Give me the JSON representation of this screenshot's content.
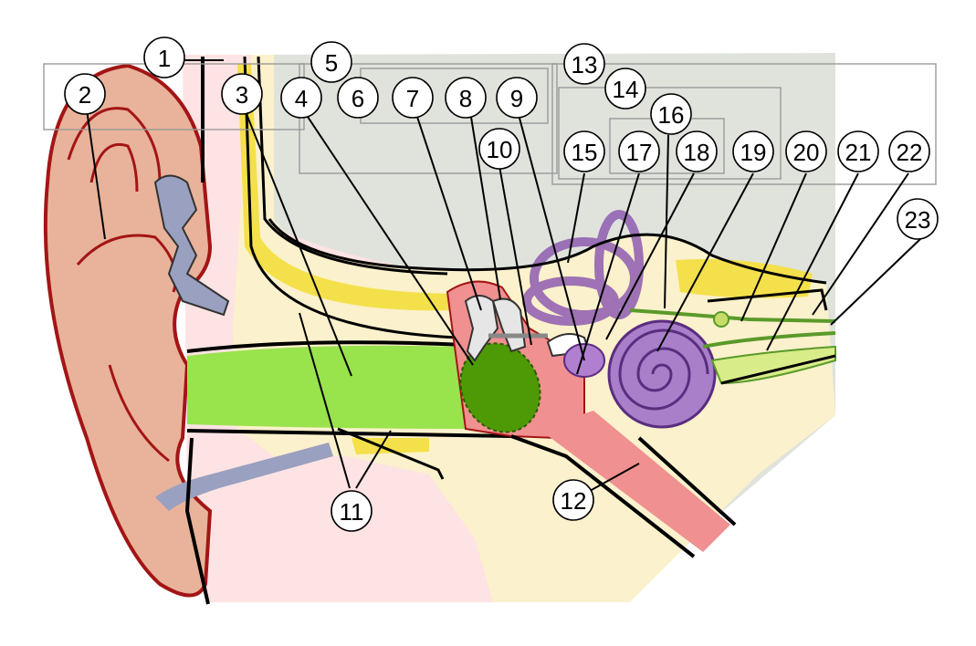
{
  "callouts": [
    {
      "id": "c1",
      "label": "1"
    },
    {
      "id": "c2",
      "label": "2"
    },
    {
      "id": "c3",
      "label": "3"
    },
    {
      "id": "c4",
      "label": "4"
    },
    {
      "id": "c5",
      "label": "5"
    },
    {
      "id": "c6",
      "label": "6"
    },
    {
      "id": "c7",
      "label": "7"
    },
    {
      "id": "c8",
      "label": "8"
    },
    {
      "id": "c9",
      "label": "9"
    },
    {
      "id": "c10",
      "label": "10"
    },
    {
      "id": "c11",
      "label": "11"
    },
    {
      "id": "c12",
      "label": "12"
    },
    {
      "id": "c13",
      "label": "13"
    },
    {
      "id": "c14",
      "label": "14"
    },
    {
      "id": "c15",
      "label": "15"
    },
    {
      "id": "c16",
      "label": "16"
    },
    {
      "id": "c17",
      "label": "17"
    },
    {
      "id": "c18",
      "label": "18"
    },
    {
      "id": "c19",
      "label": "19"
    },
    {
      "id": "c20",
      "label": "20"
    },
    {
      "id": "c21",
      "label": "21"
    },
    {
      "id": "c22",
      "label": "22"
    },
    {
      "id": "c23",
      "label": "23"
    }
  ],
  "colors": {
    "pinna": "#e8b39a",
    "pinna_outline": "#a31515",
    "skin_pink": "#fde3e3",
    "bone_yellow": "#fbf1cc",
    "bone_bright": "#f4e04a",
    "skull_gray": "#dfe3dc",
    "canal_green": "#99e34d",
    "eardrum_green": "#4e9a06",
    "tube_red": "#f09090",
    "labyrinth_purple": "#8e5cb0",
    "cartilage_gray": "#9aa0c0",
    "nerve_green": "#5a9a2a"
  }
}
